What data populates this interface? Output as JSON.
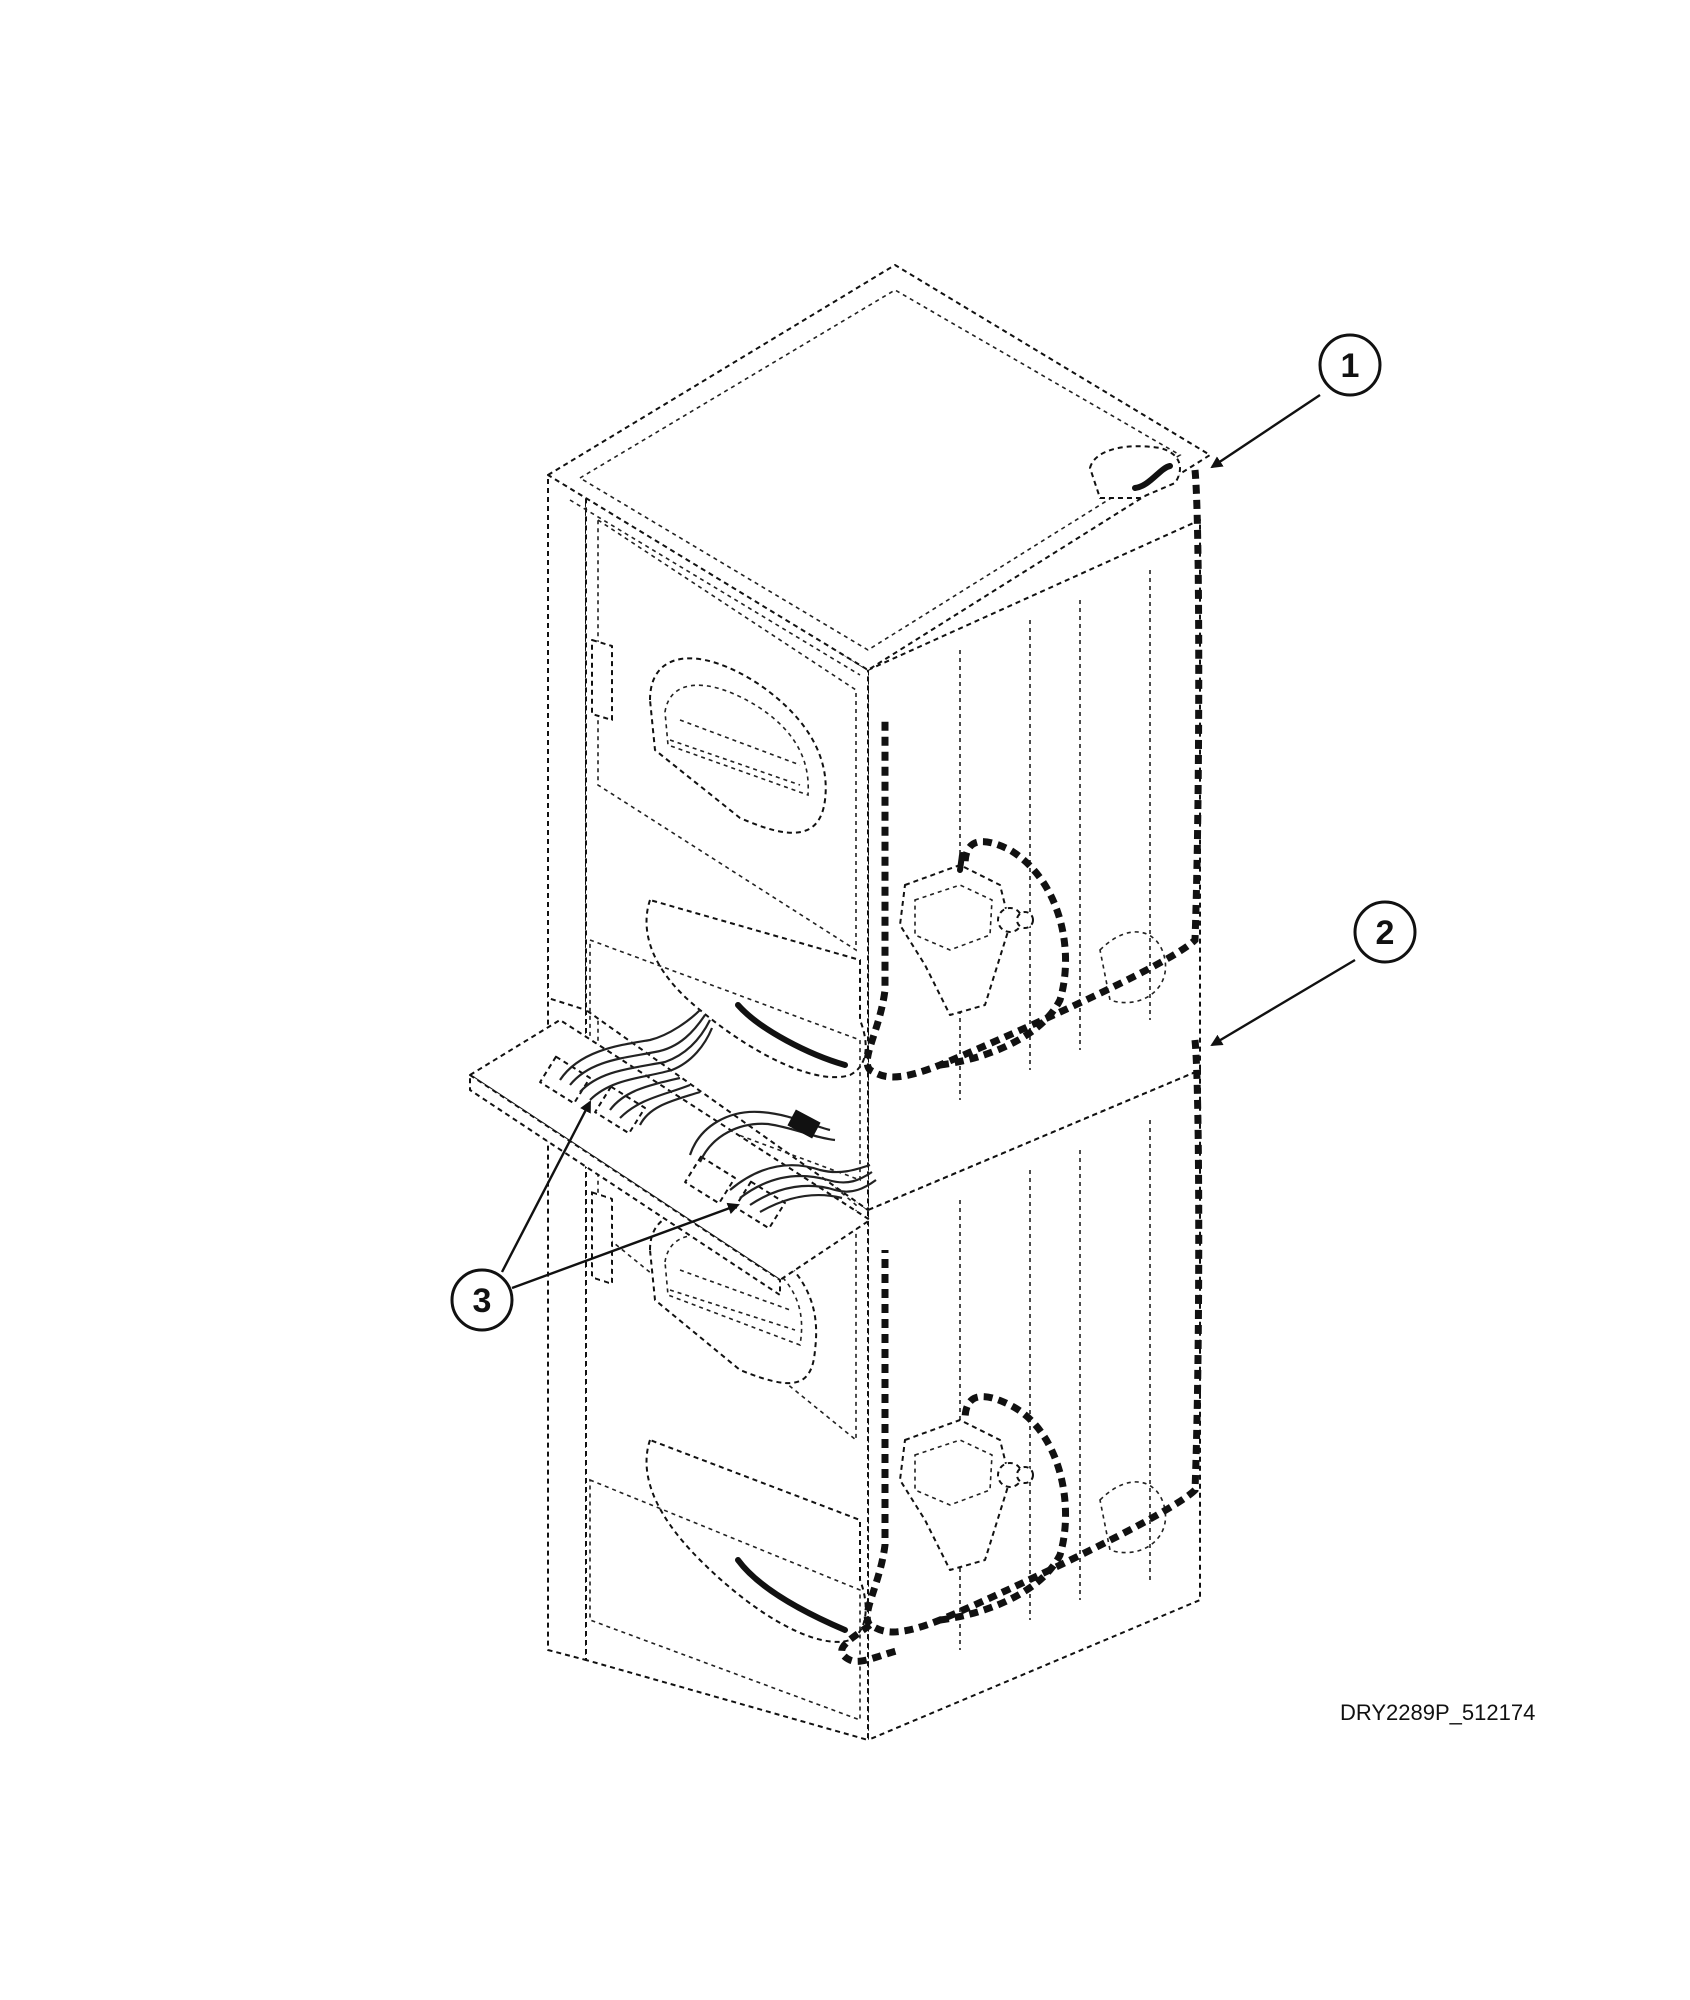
{
  "figure": {
    "reference_code": "DRY2289P_512174"
  },
  "callouts": [
    {
      "id": "1",
      "label": "1"
    },
    {
      "id": "2",
      "label": "2"
    },
    {
      "id": "3",
      "label": "3"
    }
  ],
  "colors": {
    "line": "#111111",
    "background": "#ffffff"
  }
}
